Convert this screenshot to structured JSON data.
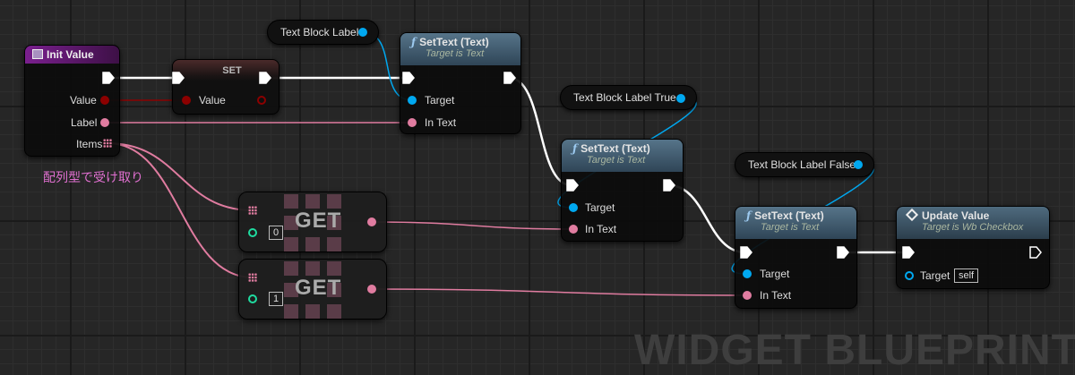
{
  "nodes": {
    "init_value": {
      "title": "Init Value",
      "pins": {
        "value": "Value",
        "label": "Label",
        "items": "Items"
      }
    },
    "set": {
      "title": "SET",
      "pin": "Value"
    },
    "settext1": {
      "title": "SetText (Text)",
      "subtitle": "Target is Text",
      "target": "Target",
      "in_text": "In Text"
    },
    "settext2": {
      "title": "SetText (Text)",
      "subtitle": "Target is Text",
      "target": "Target",
      "in_text": "In Text"
    },
    "settext3": {
      "title": "SetText (Text)",
      "subtitle": "Target is Text",
      "target": "Target",
      "in_text": "In Text"
    },
    "update_value": {
      "title": "Update Value",
      "subtitle": "Target is Wb Checkbox",
      "target": "Target",
      "target_default": "self"
    },
    "get0": {
      "title": "GET",
      "index": "0"
    },
    "get1": {
      "title": "GET",
      "index": "1"
    }
  },
  "variables": {
    "label": "Text Block Label",
    "label_true": "Text Block Label True",
    "label_false": "Text Block Label False"
  },
  "comment": "配列型で受け取り",
  "watermark": "WIDGET BLUEPRINT",
  "colors": {
    "exec": "#ffffff",
    "bool": "#8c0000",
    "text": "#e07ca0",
    "object": "#00a8f0",
    "int": "#1fdca0",
    "function_header": "#4a6a80",
    "event_header": "#6a1a7a"
  }
}
